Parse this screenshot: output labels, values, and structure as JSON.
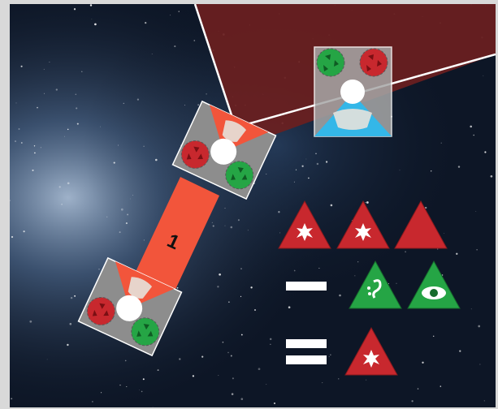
{
  "scene": {
    "title": "",
    "colors": {
      "frame": "#d9d9d9",
      "space": "#0d1626",
      "nebula": "#8fb0d8",
      "arc": "#6b1f1f",
      "red": "#c8282e",
      "green": "#25a545",
      "orange": "#f2553b",
      "white": "#ffffff",
      "grey": "#8d8d8d",
      "cyan": "#34b7e8"
    }
  },
  "board": {
    "move_track": {
      "label": "1"
    },
    "ships": [
      {
        "name": "ship-top",
        "red_dice": 3,
        "green_dice": 3
      },
      {
        "name": "ship-bottom",
        "red_dice": 3,
        "green_dice": 3
      },
      {
        "name": "ship-target",
        "red_dice": 3,
        "green_dice": 3
      }
    ]
  },
  "equation": {
    "rows": [
      {
        "operator": "",
        "tokens": [
          "red-hit-icon",
          "red-hit-icon",
          "red-blank-icon"
        ]
      },
      {
        "operator": "minus",
        "tokens": [
          "green-evade-icon",
          "green-eye-icon"
        ]
      },
      {
        "operator": "equals",
        "tokens": [
          "red-hit-icon"
        ]
      }
    ]
  }
}
